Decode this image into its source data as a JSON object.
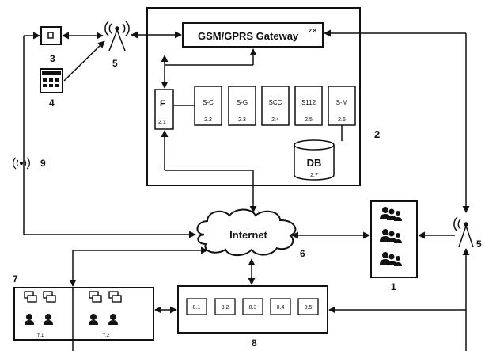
{
  "gateway": {
    "name": "GSM/GPRS Gateway",
    "num": "2.8"
  },
  "system": {
    "num": "2"
  },
  "f_block": {
    "name": "F",
    "num": "2.1"
  },
  "modules": [
    {
      "name": "S-C",
      "num": "2.2"
    },
    {
      "name": "S-G",
      "num": "2.3"
    },
    {
      "name": "SCC",
      "num": "2.4"
    },
    {
      "name": "S112",
      "num": "2.5"
    },
    {
      "name": "S-M",
      "num": "2.6"
    }
  ],
  "db": {
    "name": "DB",
    "num": "2.7"
  },
  "internet": {
    "name": "Internet",
    "num": "6"
  },
  "device3": {
    "num": "3"
  },
  "device4": {
    "num": "4"
  },
  "antenna_top": {
    "num": "5"
  },
  "antenna_right": {
    "num": "5"
  },
  "wireless9": {
    "num": "9"
  },
  "users": {
    "num": "1"
  },
  "group7": {
    "num": "7",
    "sub1": "7.1",
    "sub2": "7.2"
  },
  "group8": {
    "num": "8",
    "items": [
      "8.1",
      "8.2",
      "8.3",
      "8.4",
      "8.5"
    ]
  }
}
